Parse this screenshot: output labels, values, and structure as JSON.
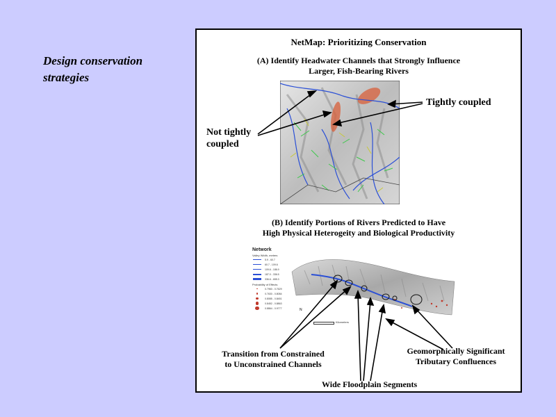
{
  "slide": {
    "heading": "Design conservation strategies"
  },
  "panel": {
    "title": "NetMap: Prioritizing Conservation",
    "section_a_line1": "(A) Identify Headwater Channels that Strongly Influence",
    "section_a_line2": "Larger, Fish-Bearing Rivers",
    "annotation_tightly": "Tightly coupled",
    "annotation_not_tightly_1": "Not tightly",
    "annotation_not_tightly_2": "coupled",
    "section_b_line1": "(B)  Identify Portions of Rivers Predicted to Have",
    "section_b_line2": "High Physical Heterogeity and Biological Productivity",
    "annotation_transition_1": "Transition from Constrained",
    "annotation_transition_2": "to Unconstrained Channels",
    "annotation_geomorph_1": "Geomorphically Significant",
    "annotation_geomorph_2": "Tributary Confluences",
    "annotation_floodplain": "Wide Floodplain Segments"
  },
  "legend": {
    "title": "Network",
    "valley_width_label": "Valley Width, meters",
    "valley_width_classes": [
      "5.9 - 60.7",
      "60.7 - 109.6",
      "109.6 - 186.9",
      "187.0 - 336.5",
      "336.6 - 655.3"
    ],
    "prob_label": "Probability of Effects",
    "prob_classes": [
      "0.7960 - 0.7629",
      "0.7630 - 0.8084",
      "0.8085 - 0.8451",
      "0.8452 - 0.8863",
      "0.8864 - 0.9777"
    ],
    "north": "N",
    "scale_text": "4",
    "scale_units": "Kilometers"
  },
  "colors": {
    "background": "#ccccff",
    "river": "#2a4fd6",
    "tight_highlight": "#d9603b",
    "confluence": "#c0392b"
  }
}
